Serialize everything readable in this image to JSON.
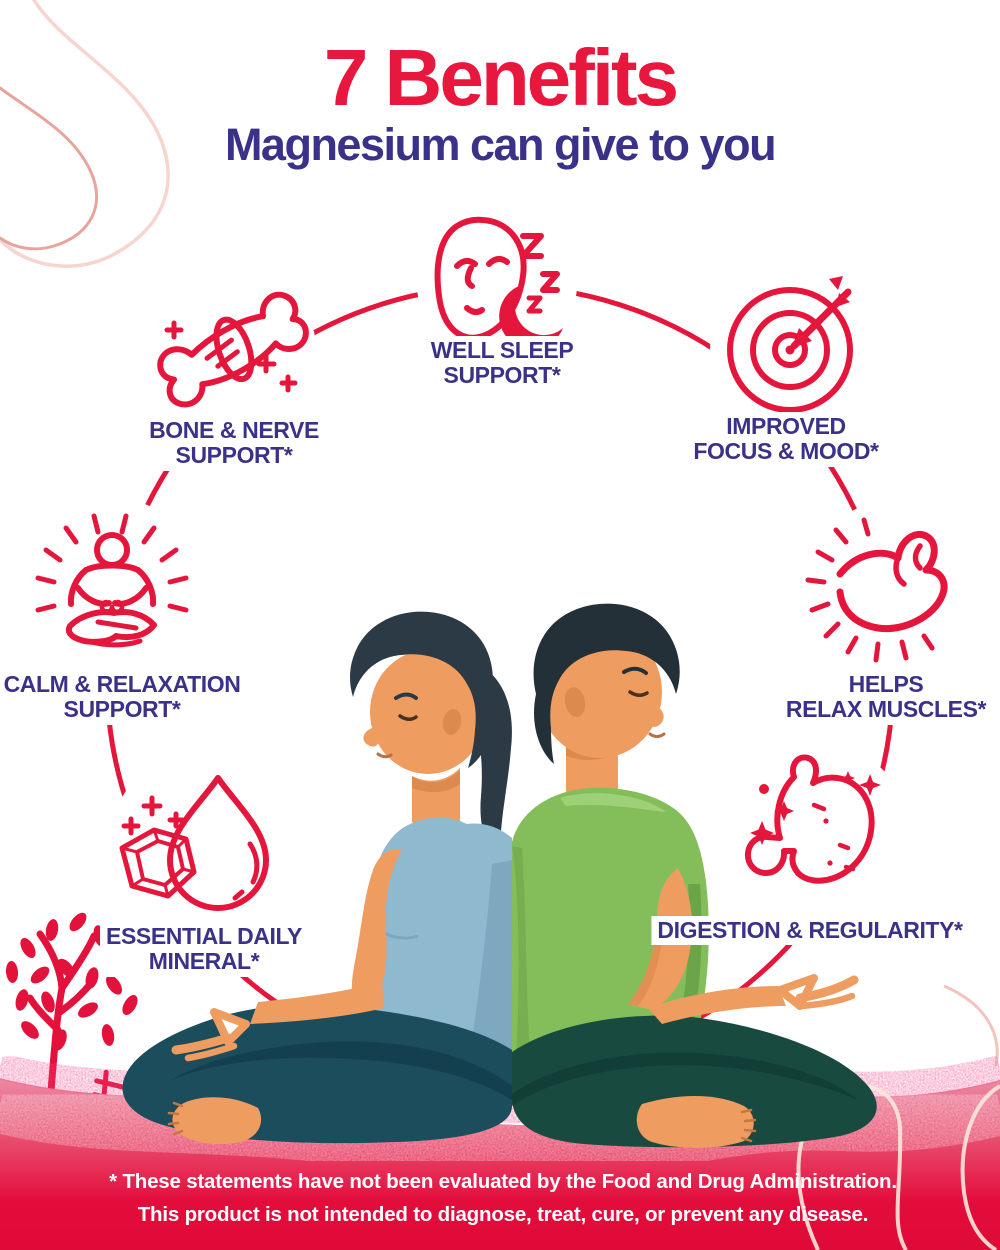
{
  "header": {
    "title": "7 Benefits",
    "subtitle": "Magnesium can give to you"
  },
  "benefits": [
    {
      "id": "well-sleep",
      "icon": "sleeping-face-moon-icon",
      "line1": "WELL SLEEP",
      "line2": "SUPPORT*"
    },
    {
      "id": "bone-nerve",
      "icon": "bone-icon",
      "line1": "BONE & NERVE",
      "line2": "SUPPORT*"
    },
    {
      "id": "improved-focus",
      "icon": "target-arrow-icon",
      "line1": "IMPROVED",
      "line2": "FOCUS & MOOD*"
    },
    {
      "id": "calm-relax",
      "icon": "meditating-person-icon",
      "line1": "CALM & RELAXATION",
      "line2": "SUPPORT*"
    },
    {
      "id": "relax-muscles",
      "icon": "flexed-bicep-icon",
      "line1": "HELPS",
      "line2": "RELAX MUSCLES*"
    },
    {
      "id": "daily-mineral",
      "icon": "mineral-drop-icon",
      "line1": "ESSENTIAL DAILY",
      "line2": "MINERAL*"
    },
    {
      "id": "digestion",
      "icon": "stomach-icon",
      "line1": "DIGESTION & REGULARITY*",
      "line2": ""
    }
  ],
  "disclaimer": {
    "line1": "* These statements have not been evaluated by the Food and Drug Administration.",
    "line2": "This product is not intended to diagnose, treat, cure, or prevent any disease."
  },
  "illustration": {
    "description": "man and woman meditating back to back in lotus pose",
    "decorations": [
      "red-tree-silhouette",
      "red-fence",
      "pink-swirl-lines",
      "red-wave-footer"
    ]
  },
  "colors": {
    "accent_red": "#E5163C",
    "deep_red": "#E30B3A",
    "wave_pink": "#EC87A0",
    "heading_blue": "#3A3188",
    "white": "#FFFFFF"
  }
}
